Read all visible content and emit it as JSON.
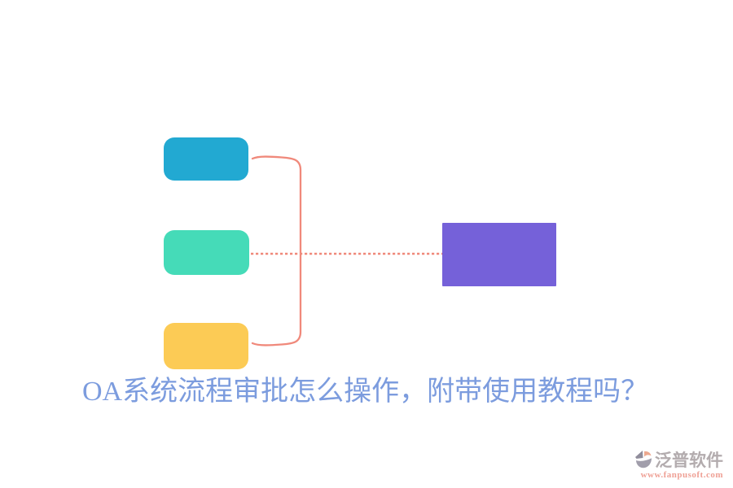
{
  "diagram": {
    "nodes": {
      "top": {
        "name": "node-top",
        "color": "#22A9D2"
      },
      "middle": {
        "name": "node-middle",
        "color": "#45DBB8"
      },
      "bottom": {
        "name": "node-bottom",
        "color": "#FCCB55"
      },
      "result": {
        "name": "node-result",
        "color": "#7561D9"
      }
    },
    "connector": {
      "color": "#F0897B",
      "bracket_style": "solid",
      "link_style": "dotted"
    }
  },
  "title": {
    "text": "OA系统流程审批怎么操作，附带使用教程吗？",
    "color": "#7C9CDE"
  },
  "watermark": {
    "brand": "泛普软件",
    "url": "www.fanpusoft.com",
    "brand_color": "#B3ACAE",
    "url_color": "#EFA095",
    "icon_gray_dark": "#908D9B",
    "icon_gray": "#A19EAB",
    "icon_peach": "#EDA98F"
  }
}
